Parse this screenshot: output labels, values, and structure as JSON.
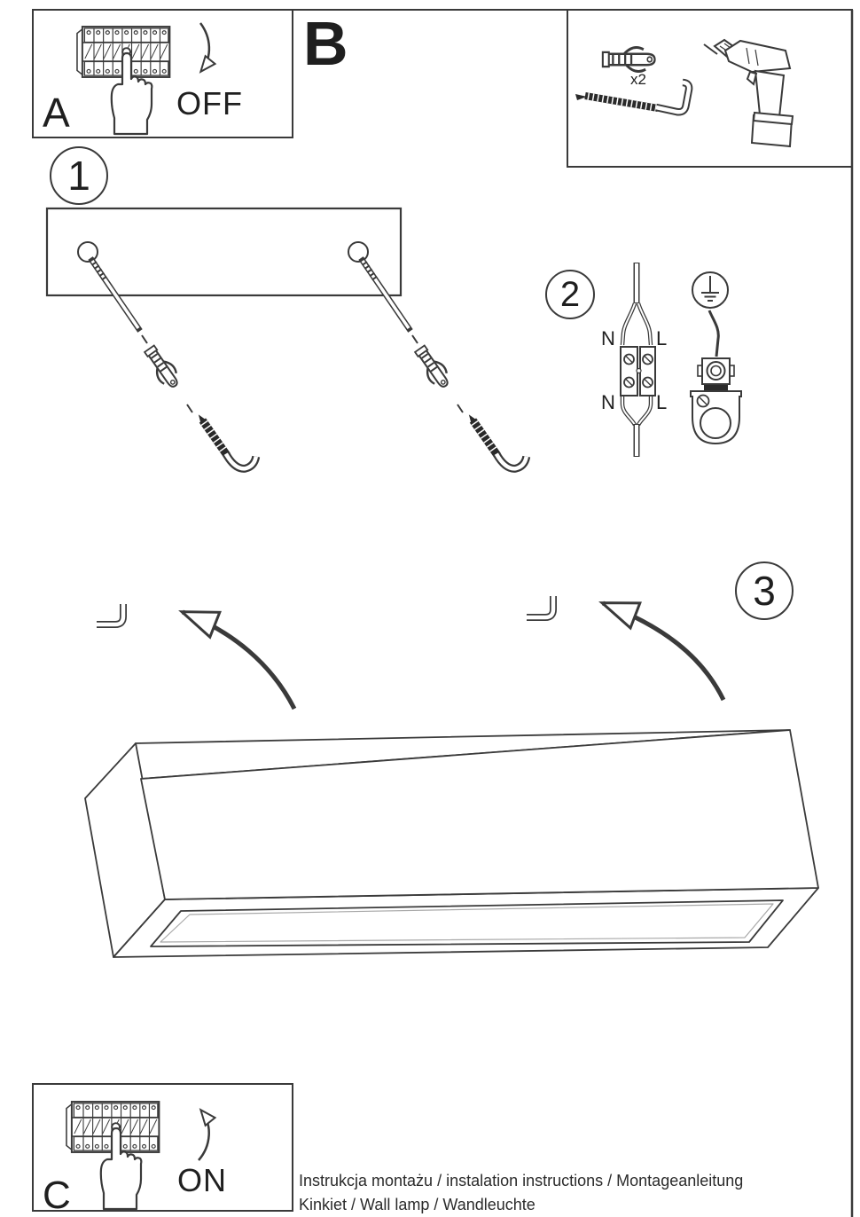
{
  "colors": {
    "background": "#ffffff",
    "line": "#3a3a3a",
    "text": "#1f1f1f"
  },
  "panel_a": {
    "label": "A",
    "action": "OFF"
  },
  "panel_c": {
    "label": "C",
    "action": "ON"
  },
  "section_label_b": "B",
  "hardware_box": {
    "anchor_quantity": "x2"
  },
  "step_1": {
    "number": "1"
  },
  "step_2": {
    "number": "2",
    "wire_labels": {
      "top_n": "N",
      "top_l": "L",
      "bottom_n": "N",
      "bottom_l": "L"
    }
  },
  "step_3": {
    "number": "3"
  },
  "footer": {
    "line_1": "Instrukcja montażu / instalation instructions / Montageanleitung",
    "line_2": "Kinkiet / Wall lamp / Wandleuchte"
  }
}
